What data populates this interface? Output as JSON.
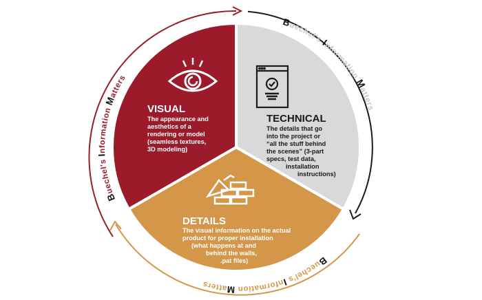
{
  "ring_text": {
    "b": "B",
    "p1": "uechel's ",
    "i": "I",
    "p2": "nformation ",
    "m": "M",
    "p3": "atters"
  },
  "segments": [
    {
      "title": "VISUAL",
      "lines": [
        "The appearance and",
        "aesthetics of a",
        "rendering or model",
        "(seamless textures,",
        "3D modeling)"
      ],
      "color": "#9c1b2b",
      "icon": "eye-icon"
    },
    {
      "title": "TECHNICAL",
      "lines": [
        "The details that go",
        "into the project or",
        "“all the stuff behind",
        "the scenes” (3-part",
        "specs, test data,",
        "installation",
        "instructions)"
      ],
      "color": "#d9d9d9",
      "icon": "monitor-check-icon"
    },
    {
      "title": "DETAILS",
      "lines": [
        "The visual information on the actual",
        "product for proper installation",
        "(what happens at and",
        "behind the walls,",
        ".pat files)"
      ],
      "color": "#d4974a",
      "icon": "trowel-bricks-icon"
    }
  ],
  "ring_colors": {
    "visual": "#9c1b2b",
    "technical": "#1a1a1a",
    "details": "#d4974a"
  }
}
